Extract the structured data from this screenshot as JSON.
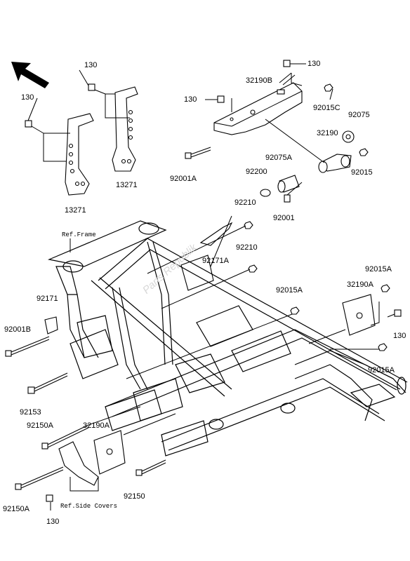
{
  "watermark": "Parts Republik",
  "refs": {
    "frame": "Ref.Frame",
    "side_covers": "Ref.Side Covers"
  },
  "parts": {
    "p130_a": "130",
    "p130_b": "130",
    "p130_c": "130",
    "p130_d": "130",
    "p130_e": "130",
    "p130_f": "130",
    "p13271_left": "13271",
    "p13271_right": "13271",
    "p32190B": "32190B",
    "p92015C": "92015C",
    "p92075": "92075",
    "p32190": "32190",
    "p92001A": "92001A",
    "p92075A": "92075A",
    "p92200": "92200",
    "p92015": "92015",
    "p92210_a": "92210",
    "p92001": "92001",
    "p92171A": "92171A",
    "p92210_b": "92210",
    "p92171": "92171",
    "p92015A_a": "92015A",
    "p92015A_b": "92015A",
    "p32190A_right": "32190A",
    "p92001B": "92001B",
    "p92015A_c": "92015A",
    "p92153": "92153",
    "p92150A_a": "92150A",
    "p32190A_left": "32190A",
    "p92150": "92150",
    "p92150A_b": "92150A"
  }
}
